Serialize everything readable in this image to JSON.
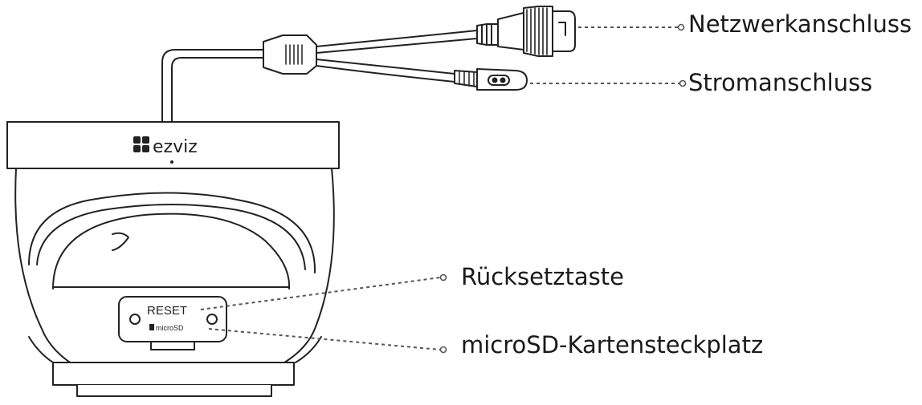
{
  "brand": {
    "logo_text": "ezviz"
  },
  "device_panel": {
    "reset_text": "RESET",
    "sd_text": "microSD"
  },
  "callouts": {
    "network_port": "Netzwerkanschluss",
    "power_port": "Stromanschluss",
    "reset_button": "Rücksetztaste",
    "microsd_slot": "microSD-Kartensteckplatz"
  },
  "colors": {
    "line": "#222222",
    "fill": "#ffffff",
    "leader": "#555555"
  }
}
